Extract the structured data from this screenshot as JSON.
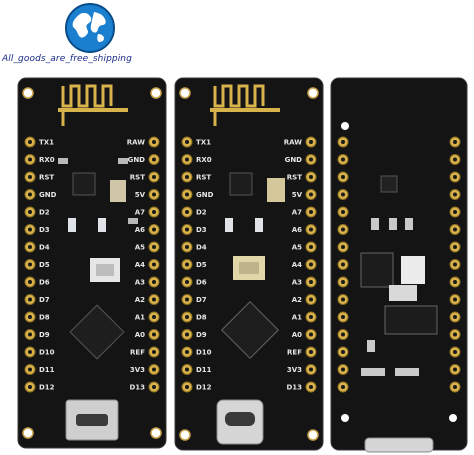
{
  "store": {
    "caption": "All_goods_are_free_shipping"
  },
  "boards": [
    {
      "name": "board-1",
      "left_labels": [
        "TX1",
        "RX0",
        "RST",
        "GND",
        "D2",
        "D3",
        "D4",
        "D5",
        "D6",
        "D7",
        "D8",
        "D9",
        "D10",
        "D11",
        "D12"
      ],
      "right_labels": [
        "RAW",
        "GND",
        "RST",
        "5V",
        "A7",
        "A6",
        "A5",
        "A4",
        "A3",
        "A2",
        "A1",
        "A0",
        "REF",
        "3V3",
        "D13"
      ]
    },
    {
      "name": "board-2",
      "left_labels": [
        "TX1",
        "RX0",
        "RST",
        "GND",
        "D2",
        "D3",
        "D4",
        "D5",
        "D6",
        "D7",
        "D8",
        "D9",
        "D10",
        "D11",
        "D12"
      ],
      "right_labels": [
        "RAW",
        "GND",
        "RST",
        "5V",
        "A7",
        "A6",
        "A5",
        "A4",
        "A3",
        "A2",
        "A1",
        "A0",
        "REF",
        "3V3",
        "D13"
      ]
    },
    {
      "name": "board-3-back"
    }
  ],
  "colors": {
    "pcb": "#111111",
    "gold": "#d8b24a",
    "silk": "#e6e6e6",
    "background": "#ffffff"
  }
}
